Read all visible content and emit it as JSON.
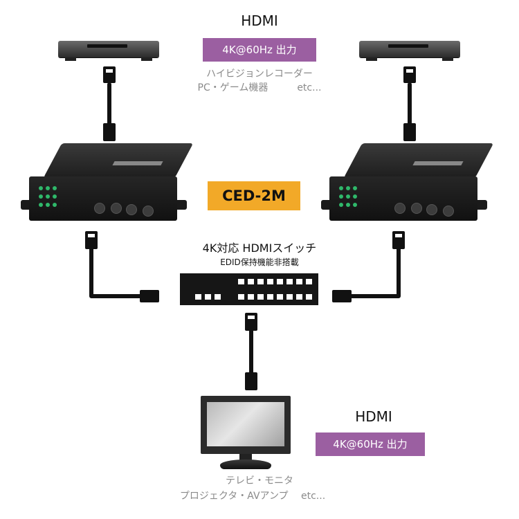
{
  "source_top": {
    "hdmi_label": "HDMI",
    "output_badge": "4K@60Hz 出力",
    "devices_line1": "ハイビジョンレコーダー",
    "devices_line2": "PC・ゲーム機器　　　etc..."
  },
  "converter": {
    "model_badge": "CED-2M"
  },
  "switcher": {
    "title": "4K対応 HDMIスイッチ",
    "subtitle": "EDID保持機能非搭載"
  },
  "display": {
    "hdmi_label": "HDMI",
    "output_badge": "4K@60Hz 出力",
    "devices_line1": "テレビ・モニタ",
    "devices_line2": "プロジェクタ・AVアンプ　 etc..."
  },
  "colors": {
    "badge_purple": "#9b5fa1",
    "model_orange": "#f2a928",
    "cable": "#111111",
    "note_gray": "#8a8a8a"
  }
}
